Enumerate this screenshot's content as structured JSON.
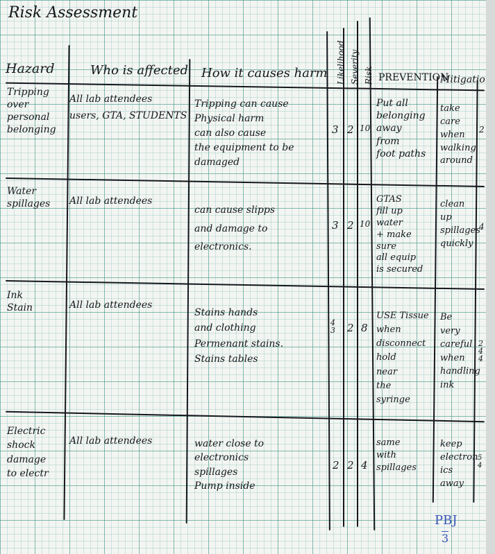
{
  "title": "Risk Assessment",
  "headers": {
    "hazard": "Hazard",
    "who": "Who is affected",
    "how": "How it causes harm",
    "likelihood": "Likelihood",
    "severity": "Severity",
    "risk": "Risk",
    "prevention": "PREVENTION",
    "mitigation": "Mitigation"
  },
  "rows": [
    {
      "hazard": [
        "Tripping",
        "over",
        "personal",
        "belonging"
      ],
      "who": [
        "All lab attendees",
        "users, GTA, STUDENTS"
      ],
      "how": [
        "Tripping can cause",
        "Physical harm",
        "can also cause",
        "the equipment to be",
        "damaged"
      ],
      "likelihood": "3",
      "severity": "2",
      "risk": "10",
      "prevention": [
        "Put all",
        "belonging",
        "away",
        "from",
        "foot paths"
      ],
      "mitigation": [
        "take",
        "care",
        "when",
        "walking",
        "around"
      ],
      "margin": "2"
    },
    {
      "hazard": [
        "Water",
        "spillages"
      ],
      "who": [
        "All lab attendees"
      ],
      "how": [
        "can cause slipps",
        "and damage to",
        "electronics."
      ],
      "likelihood": "3",
      "severity": "2",
      "risk": "10",
      "prevention": [
        "GTAS",
        "fill up",
        "water",
        "+ make",
        "sure",
        "all equip",
        "is secured"
      ],
      "mitigation": [
        "clean",
        "up",
        "spillages",
        "quickly"
      ],
      "margin": "4"
    },
    {
      "hazard": [
        "Ink",
        "Stain"
      ],
      "who": [
        "All lab attendees"
      ],
      "how": [
        "Stains hands",
        "and clothing",
        "Permenant stains.",
        "Stains tables"
      ],
      "likelihood": "4 3",
      "severity": "2",
      "risk": "8",
      "prevention": [
        "USE Tissue",
        "when",
        "disconnect",
        "hold",
        "near",
        "the",
        "syringe"
      ],
      "mitigation": [
        "Be",
        "very",
        "careful",
        "when",
        "handling",
        "ink"
      ],
      "margin": "2 4 4"
    },
    {
      "hazard": [
        "Electric",
        "shock",
        "damage",
        "to electr"
      ],
      "who": [
        "All lab attendees"
      ],
      "how": [
        "water close to",
        "electronics",
        "spillages",
        "Pump inside"
      ],
      "likelihood": "2",
      "severity": "2",
      "risk": "4",
      "prevention": [
        "same",
        "with",
        "spillages"
      ],
      "mitigation": [
        "keep",
        "electron",
        "ics",
        "away"
      ],
      "margin": "5 4"
    }
  ],
  "page_mark": {
    "line1": "PBJ",
    "line2": "3"
  },
  "colors": {
    "ink": "#15171c",
    "grid": "#4f9f8f",
    "paper": "#f3f5f2",
    "blue_ink": "#3a55b8"
  }
}
